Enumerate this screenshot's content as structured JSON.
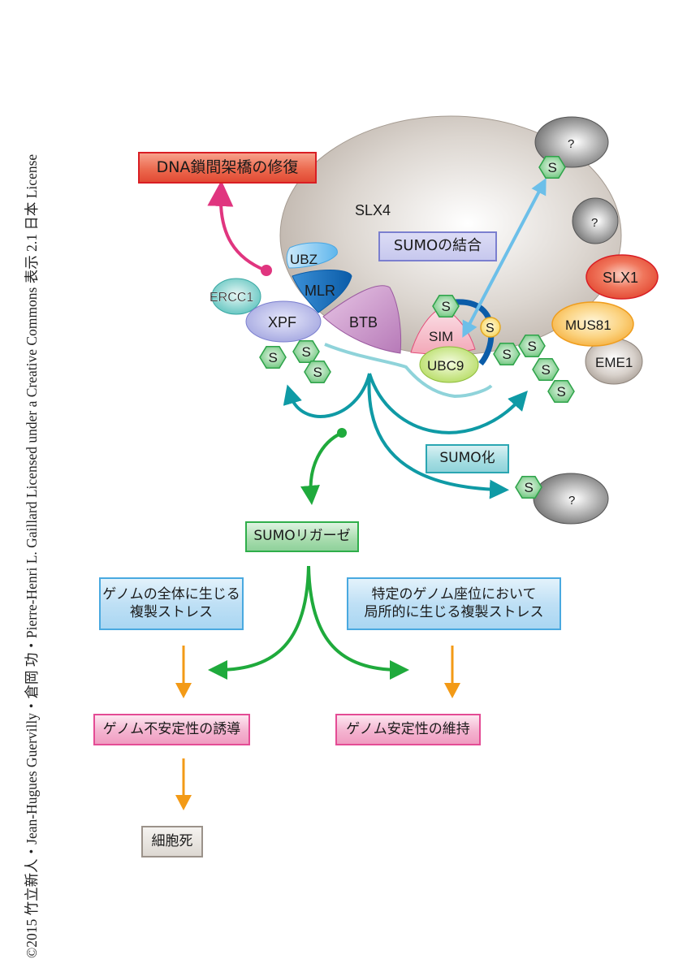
{
  "copyright": "©2015 竹立新人・Jean-Hugues Guervilly・倉岡 功・Pierre-Henri L. Gaillard Licensed under a Creative Commons 表示 2.1 日本 License",
  "boxes": {
    "icl_repair": "DNA鎖間架橋の修復",
    "sumo_binding": "SUMOの結合",
    "sumoylation": "SUMO化",
    "sumo_ligase": "SUMOリガーゼ",
    "global_stress_line1": "ゲノムの全体に生じる",
    "global_stress_line2": "複製ストレス",
    "local_stress_line1": "特定のゲノム座位において",
    "local_stress_line2": "局所的に生じる複製ストレス",
    "genome_instability": "ゲノム不安定性の誘導",
    "genome_stability": "ゲノム安定性の維持",
    "cell_death": "細胞死"
  },
  "proteins": {
    "slx4": "SLX4",
    "ubz": "UBZ",
    "mlr": "MLR",
    "btb": "BTB",
    "sim": "SIM",
    "ubc9": "UBC9",
    "ercc1": "ERCC1",
    "xpf": "XPF",
    "slx1": "SLX1",
    "mus81": "MUS81",
    "eme1": "EME1",
    "unknown": "?",
    "sumo": "S"
  },
  "colors": {
    "magenta_arrow": "#e0357f",
    "teal_arrow": "#0f9aa5",
    "light_teal_arc": "#8fd3da",
    "light_blue_arrow": "#6cbfe9",
    "green_arrow": "#1faa3c",
    "orange_arrow": "#f39a16",
    "sumo_fill": "#7fcf8c",
    "sumo_stroke": "#2ea34a"
  }
}
